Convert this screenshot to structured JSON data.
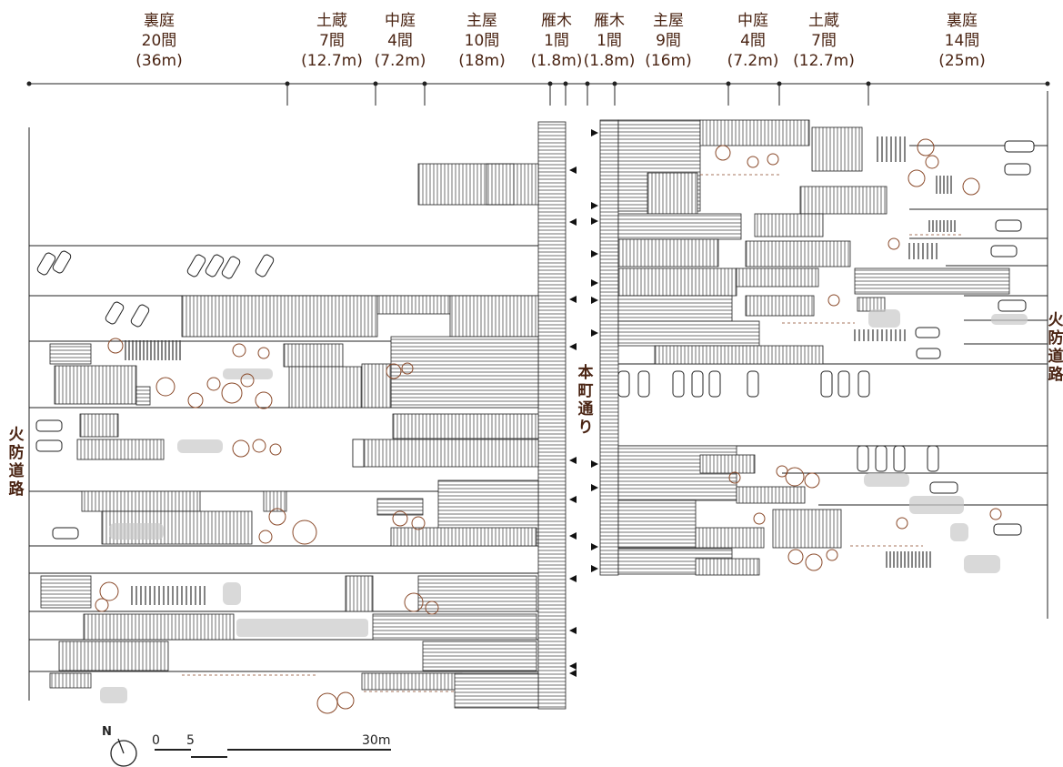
{
  "header": {
    "segments": [
      {
        "name": "裏庭",
        "ken": "20間",
        "meters": "(36m)"
      },
      {
        "name": "土蔵",
        "ken": "7間",
        "meters": "(12.7m)"
      },
      {
        "name": "中庭",
        "ken": "4間",
        "meters": "(7.2m)"
      },
      {
        "name": "主屋",
        "ken": "10間",
        "meters": "(18m)"
      },
      {
        "name": "雁木",
        "ken": "1間",
        "meters": "(1.8m)"
      },
      {
        "name": "雁木",
        "ken": "1間",
        "meters": "(1.8m)"
      },
      {
        "name": "主屋",
        "ken": "9間",
        "meters": "(16m)"
      },
      {
        "name": "中庭",
        "ken": "4間",
        "meters": "(7.2m)"
      },
      {
        "name": "土蔵",
        "ken": "7間",
        "meters": "(12.7m)"
      },
      {
        "name": "裏庭",
        "ken": "14間",
        "meters": "(25m)"
      }
    ]
  },
  "labels": {
    "main_street": [
      "本",
      "町",
      "通",
      "り"
    ],
    "fire_road_left": [
      "火",
      "防",
      "道",
      "路"
    ],
    "fire_road_right": [
      "火",
      "防",
      "道",
      "路"
    ]
  },
  "scale": {
    "north": "N",
    "tick0": "0",
    "tick5": "5",
    "tick30": "30m"
  },
  "colors": {
    "header_text": "#4a2413",
    "line": "#222222",
    "tree": "#8a4a2a",
    "gray": "#bdbdbd"
  }
}
